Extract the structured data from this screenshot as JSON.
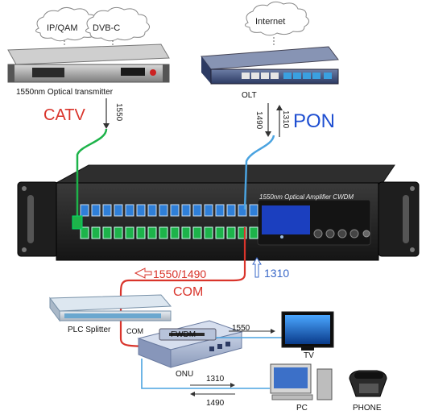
{
  "diagram": {
    "clouds": {
      "left_a": "IP/QAM",
      "left_b": "DVB-C",
      "right": "Internet"
    },
    "devices": {
      "transmitter": "1550nm Optical transmitter",
      "olt": "OLT",
      "amplifier": "1550nm Optical Amplifier CWDM",
      "splitter": "PLC Splitter",
      "fwdm": "FWDM",
      "onu": "ONU",
      "tv": "TV",
      "pc": "PC",
      "phone": "PHONE"
    },
    "labels": {
      "catv": "CATV",
      "pon": "PON",
      "wl_1550_tx": "1550",
      "wl_1490_olt": "1490",
      "wl_1310_olt": "1310",
      "com_wavelengths": "1550/1490",
      "com": "COM",
      "up_1310": "1310",
      "splitter_com": "COM",
      "onu_1550": "1550",
      "onu_1310": "1310",
      "onu_1490": "1490"
    },
    "colors": {
      "catv_red": "#d9342b",
      "pon_blue": "#1f4fd1",
      "fiber_green": "#1db34a",
      "fiber_blue": "#4aa3e0",
      "fiber_red": "#d9342b"
    }
  }
}
